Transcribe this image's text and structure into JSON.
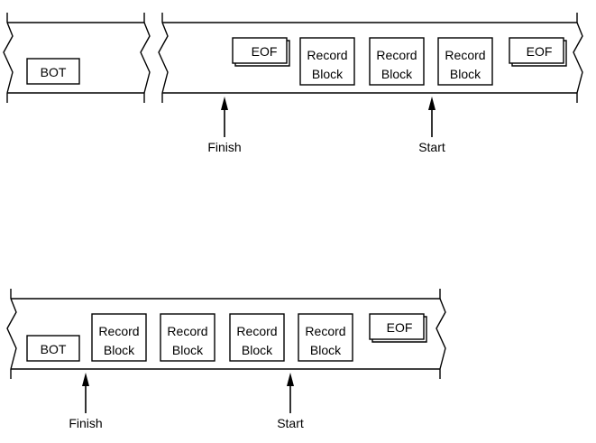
{
  "labels": {
    "bot": "BOT",
    "eof": "EOF",
    "record": "Record",
    "block": "Block",
    "finish": "Finish",
    "start": "Start"
  }
}
